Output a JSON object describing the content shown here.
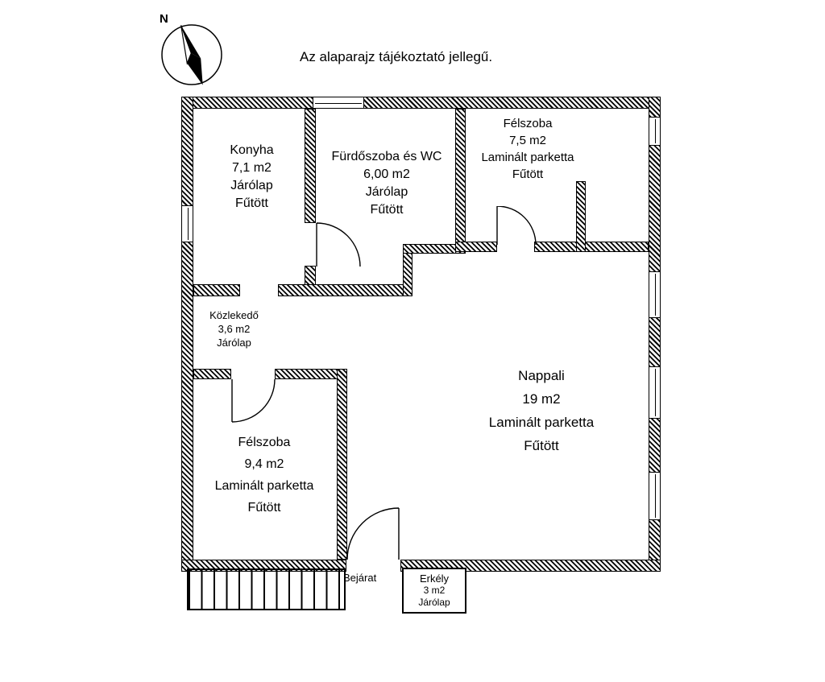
{
  "disclaimer": "Az alaparajz tájékoztató jellegű.",
  "compass": {
    "north_label": "N"
  },
  "rooms": [
    {
      "name": "Konyha",
      "area": "7,1 m2",
      "floor": "Járólap",
      "heating": "Fűtött"
    },
    {
      "name": "Fürdőszoba és WC",
      "area": "6,00 m2",
      "floor": "Járólap",
      "heating": "Fűtött"
    },
    {
      "name": "Félszoba",
      "area": "7,5 m2",
      "floor": "Laminált parketta",
      "heating": "Fűtött"
    },
    {
      "name": "Közlekedő",
      "area": "3,6 m2",
      "floor": "Járólap"
    },
    {
      "name": "Félszoba",
      "area": "9,4 m2",
      "floor": "Laminált parketta",
      "heating": "Fűtött"
    },
    {
      "name": "Nappali",
      "area": "19 m2",
      "floor": "Laminált parketta",
      "heating": "Fűtött"
    },
    {
      "name": "Erkély",
      "area": "3 m2",
      "floor": "Járólap"
    }
  ],
  "entrance_label": "Bejárat",
  "colors": {
    "wall": "#000000",
    "background": "#ffffff",
    "text": "#000000"
  }
}
